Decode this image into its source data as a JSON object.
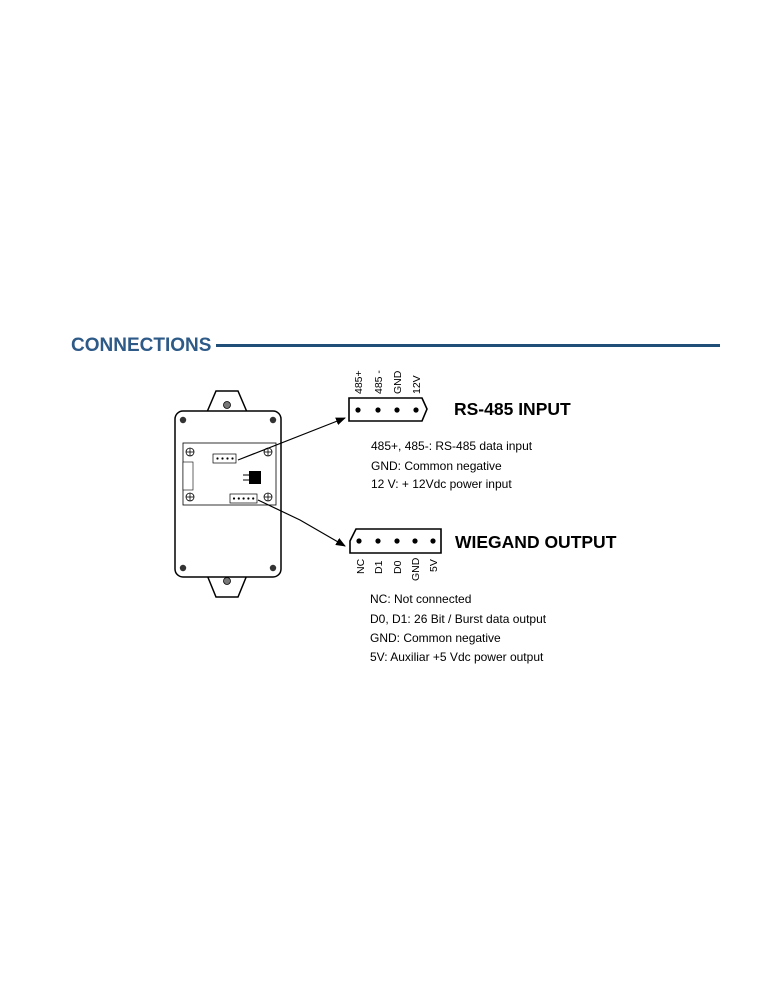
{
  "section": {
    "title": "CONNECTIONS"
  },
  "rs485": {
    "heading": "RS-485 INPUT",
    "pins": [
      "485+",
      "485 -",
      "GND",
      "12V"
    ],
    "descriptions": [
      "485+, 485-: RS-485 data input",
      "GND: Common negative",
      "12 V: + 12Vdc power input"
    ]
  },
  "wiegand": {
    "heading": "WIEGAND OUTPUT",
    "pins": [
      "NC",
      "D1",
      "D0",
      "GND",
      "5V"
    ],
    "descriptions": [
      "NC: Not connected",
      "D0, D1: 26 Bit / Burst data output",
      "GND: Common negative",
      "5V: Auxiliar +5 Vdc power output"
    ]
  },
  "colors": {
    "title": "#2e5a88",
    "rule": "#1f4e79",
    "lines": "#000000"
  }
}
